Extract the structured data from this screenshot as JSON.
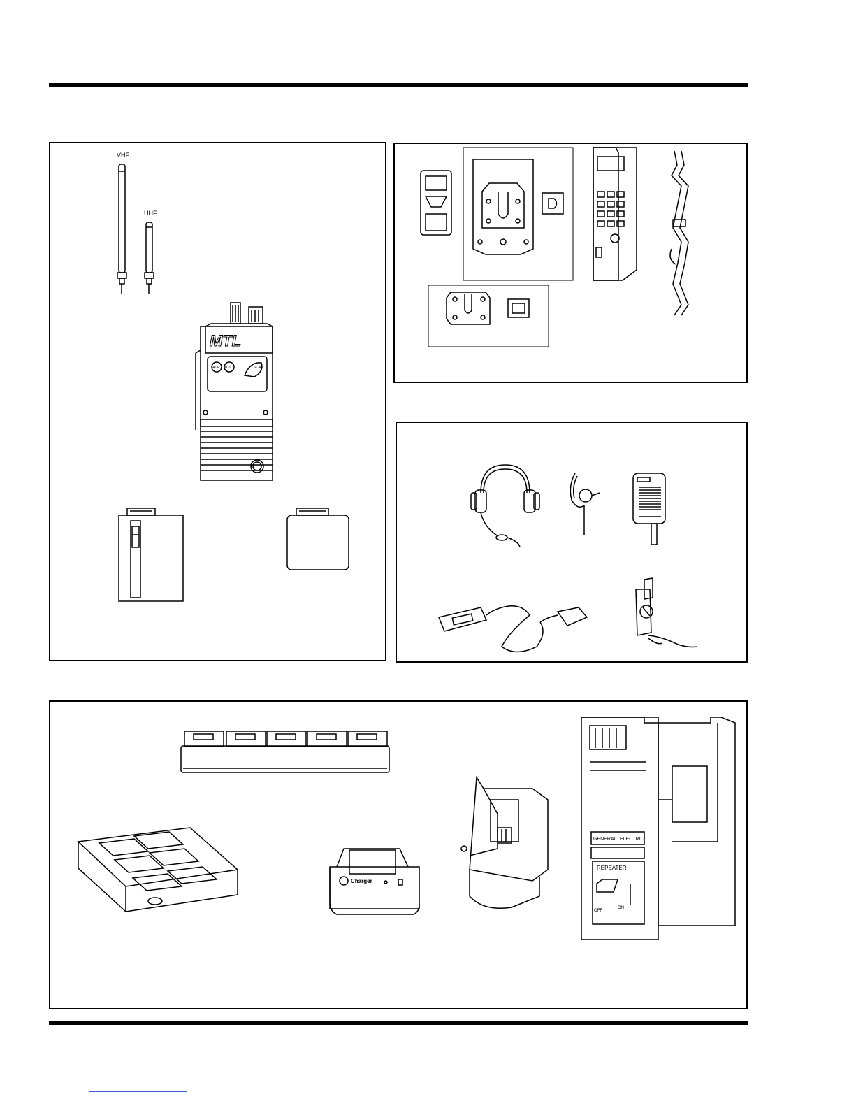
{
  "antenna_panel": {
    "vhf_label": "VHF",
    "uhf_label": "UHF"
  },
  "radio": {
    "brand_label": "MTL",
    "button_1": "ADR",
    "button_2": "BTL",
    "button_3": "SCAN"
  },
  "charger_panel": {
    "single_charger_label": "Charger",
    "repeater_brand_left": "GENERAL",
    "repeater_brand_right": "ELECTRIC",
    "repeater_title": "REPEATER",
    "switch_off": "OFF",
    "switch_on": "ON"
  }
}
